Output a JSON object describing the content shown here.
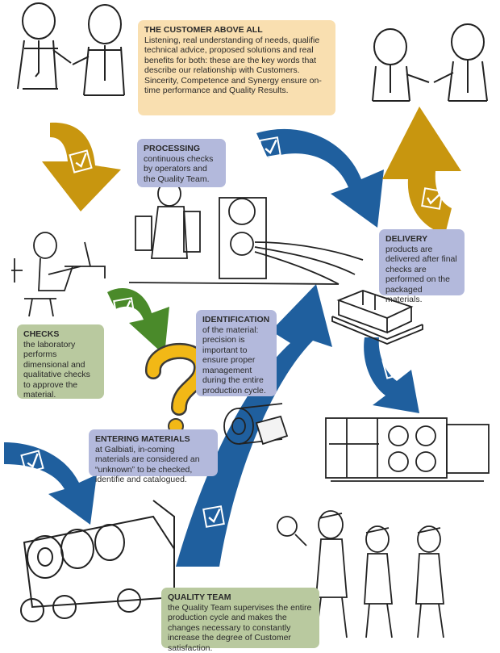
{
  "boxes": {
    "customer": {
      "title": "THE CUSTOMER ABOVE ALL",
      "text": "Listening, real understanding of needs, qualifie technical advice, proposed solutions and real benefits for both: these are the key words that describe our relationship with Customers. Sincerity, Competence and Synergy ensure on-time performance and Quality Results."
    },
    "processing": {
      "title": "PROCESSING",
      "text": "continuous checks by operators and the Quality Team."
    },
    "delivery": {
      "title": "DELIVERY",
      "text": "products are delivered after final checks are performed on the packaged materials."
    },
    "identification": {
      "title": "IDENTIFICATION",
      "text": "of the material: precision is important to ensure proper management during the entire production cycle."
    },
    "checks": {
      "title": "CHECKS",
      "text": "the laboratory performs dimensional and qualitative checks to approve the material."
    },
    "entering": {
      "title": "ENTERING MATERIALS",
      "text": "at Galbiati, in-coming materials are considered an “unknown” to be checked, identifie and catalogued."
    },
    "quality": {
      "title": "QUALITY TEAM",
      "text": "the Quality Team supervises the entire production cycle and makes the changes necessary to constantly increase the degree of Customer satisfaction."
    }
  },
  "colors": {
    "blue_arrow": "#1f5f9e",
    "gold_arrow": "#c8960f",
    "green_arrow": "#4a8a2a",
    "question_mark": "#f2b816",
    "peach_box": "#f9dfb0",
    "lavender_box": "#b3b9dc",
    "sage_box": "#b9c99f"
  },
  "icons": [
    "checkbox-icon",
    "question-mark-icon"
  ]
}
